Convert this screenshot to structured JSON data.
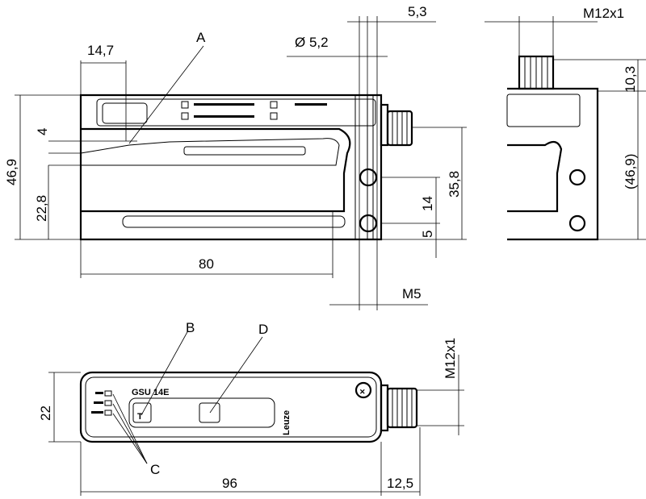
{
  "drawing": {
    "callouts": {
      "a": "A",
      "b": "B",
      "c": "C",
      "d": "D"
    },
    "dimensions": {
      "top_connector_offset": "5,3",
      "side_thread": "M12x1",
      "slot_offset": "14,7",
      "hole_diameter": "Ø 5,2",
      "connector_height": "10,3",
      "slot_gap": "4",
      "total_height": "46,9",
      "slot_depth": "22,8",
      "connector_axis_height": "35,8",
      "hole_spacing": "14",
      "hole_bottom": "5",
      "side_total_height": "(46,9)",
      "slot_width": "80",
      "screw_thread": "M5",
      "bottom_thread": "M12x1",
      "width": "22",
      "length": "96",
      "connector_length": "12,5"
    },
    "label": {
      "model": "GSU 14E",
      "brand": "Leuze"
    }
  }
}
